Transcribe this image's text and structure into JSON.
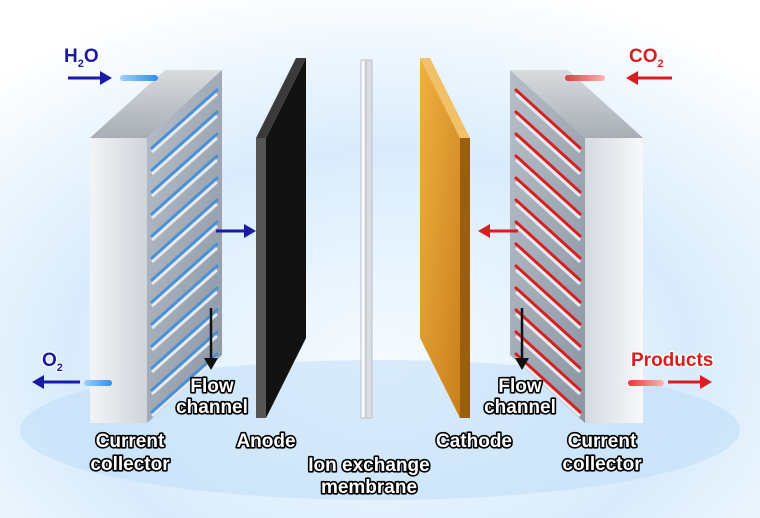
{
  "labels": {
    "inlet_left": {
      "main": "H",
      "sub": "2",
      "tail": "O"
    },
    "inlet_right": {
      "main": "CO",
      "sub": "2"
    },
    "outlet_left": {
      "main": "O",
      "sub": "2"
    },
    "outlet_right": "Products",
    "flow_channel_left": [
      "Flow",
      "channel"
    ],
    "flow_channel_right": [
      "Flow",
      "channel"
    ],
    "current_collector_left": [
      "Current",
      "collector"
    ],
    "current_collector_right": [
      "Current",
      "collector"
    ],
    "anode": "Anode",
    "membrane": [
      "Ion exchange",
      "membrane"
    ],
    "cathode": "Cathode"
  },
  "colors": {
    "water_stream": "#1a1aa8",
    "co2_stream": "#d81e1e",
    "anode": "#111111",
    "cathode": "#e29a1f",
    "membrane": "#eef2f6",
    "collector": "#e9ecf0",
    "background": "#cfe6fb"
  },
  "icons": [
    "arrow-right-icon",
    "arrow-left-icon",
    "arrow-down-icon"
  ]
}
